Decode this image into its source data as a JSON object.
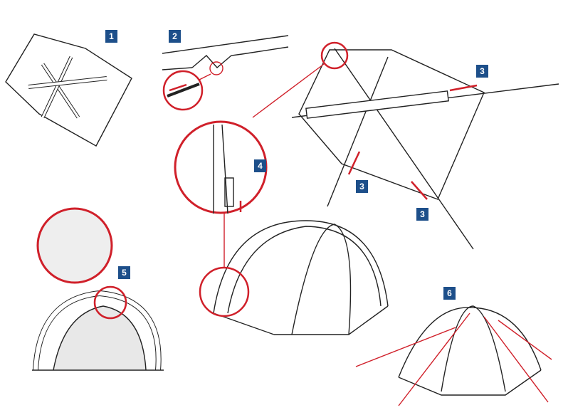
{
  "steps": {
    "s1": "1",
    "s2": "2",
    "s3a": "3",
    "s3b": "3",
    "s3c": "3",
    "s4": "4",
    "s5": "5",
    "s6": "6"
  },
  "colors": {
    "badge": "#1d4f8a",
    "accent": "#d0202a",
    "line": "#222222"
  }
}
